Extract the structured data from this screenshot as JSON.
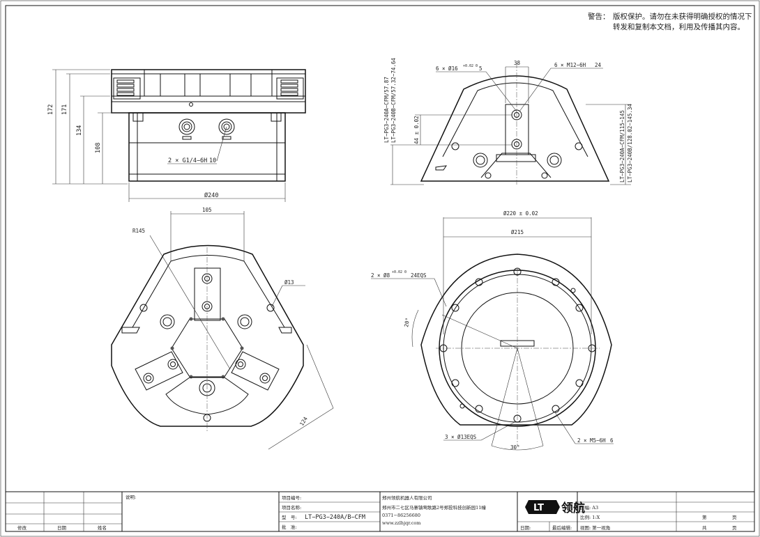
{
  "warning": {
    "label": "警告：",
    "line1": "版权保护。请勿在未获得明确授权的情况下",
    "line2": "转发和复制本文档，利用及传播其内容。"
  },
  "front_view": {
    "h172": "172",
    "h171": "171",
    "h134": "134",
    "h108": "108",
    "port_callout": "2 × G1/4−6H",
    "port_depth": "10",
    "dia240": "Ø240"
  },
  "side_view": {
    "hole_callout": "6 × Ø16",
    "hole_tol": "+0.02 0",
    "hole_depth": "5",
    "width38": "38",
    "thread_callout": "6 × M12−6H",
    "thread_depth": "24",
    "h44": "44 ± 0.02",
    "left_label1": "LT−PG3−240A−CFM/57.87",
    "left_label2": "LT−PG3−240B−CFM/57.32−74.64",
    "right_label1": "LT−PG3−240A−CFM/115−145",
    "right_label2": "LT−PG3−240B/128.02−145.34"
  },
  "top_view": {
    "width105": "105",
    "r145": "R145",
    "dia13": "Ø13",
    "dim124": "124"
  },
  "bottom_view": {
    "dia220": "Ø220 ± 0.02",
    "dia215": "Ø215",
    "pin_callout": "2 × Ø8",
    "pin_tol": "+0.02 0",
    "pin_depth": "24EQS",
    "angle20": "20°",
    "hole13": "3 × Ø13EQS",
    "angle30": "30°",
    "m5": "2 × M5−6H",
    "m5_depth": "6"
  },
  "title_block": {
    "description_label": "说明:",
    "rev_label": "修改",
    "date_label": "日期",
    "name_label": "姓名",
    "project_no": "项目编号:",
    "project_name": "项目名称:",
    "model_label": "型　号:",
    "model_value": "LT−PG3−240A/B−CFM",
    "approve_label": "批　准:",
    "company_name": "郑州领航机器人有限公司",
    "company_addr": "郑州市二七区马寨镇莺歌路2号郑投科技创新园11幢",
    "company_phone": "0371−86256680",
    "company_web": "www.zzlhjqr.com",
    "logo_mark": "LT",
    "brand": "领航",
    "date_field": "日期:",
    "last_edit": "最后编辑:",
    "drawing_format": "图幅: A3",
    "scale": "比例: 1:X",
    "view": "视图: 第一视角",
    "sheet_no": "第",
    "sheet_unit": "页",
    "total_label": "共",
    "total_unit": "页"
  }
}
